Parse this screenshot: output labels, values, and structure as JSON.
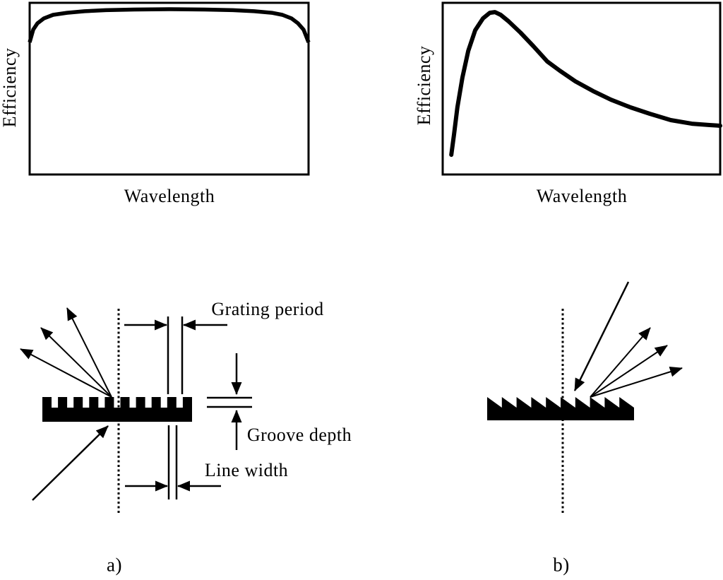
{
  "palette": {
    "ink": "#000000",
    "paper": "#ffffff"
  },
  "chart_data": [
    {
      "type": "line",
      "title": "",
      "xlabel": "Wavelength",
      "ylabel": "Efficiency",
      "axis_ticks": "none (qualitative sketch)",
      "grid": false,
      "legend": "none",
      "description": "broad flat efficiency plateau across wavelength, rolling off only at both edges",
      "x_norm": [
        0,
        0.013,
        0.028,
        0.051,
        0.084,
        0.134,
        0.197,
        0.273,
        0.375,
        0.501,
        0.628,
        0.729,
        0.805,
        0.868,
        0.906,
        0.939,
        0.962,
        0.982,
        1
      ],
      "y_norm": [
        0.77,
        0.844,
        0.881,
        0.909,
        0.93,
        0.942,
        0.951,
        0.957,
        0.961,
        0.963,
        0.961,
        0.957,
        0.951,
        0.942,
        0.93,
        0.909,
        0.881,
        0.844,
        0.77
      ]
    },
    {
      "type": "line",
      "title": "",
      "xlabel": "Wavelength",
      "ylabel": "Efficiency",
      "axis_ticks": "none (qualitative sketch)",
      "grid": false,
      "legend": "none",
      "description": "sharp rise to a peak at short wavelength followed by a long decaying tail",
      "x_norm": [
        0.031,
        0.041,
        0.053,
        0.071,
        0.092,
        0.117,
        0.145,
        0.17,
        0.188,
        0.209,
        0.237,
        0.28,
        0.326,
        0.377,
        0.422,
        0.478,
        0.542,
        0.606,
        0.677,
        0.746,
        0.822,
        0.898,
        0.962,
        1
      ],
      "y_norm": [
        0.115,
        0.235,
        0.391,
        0.564,
        0.72,
        0.84,
        0.909,
        0.942,
        0.946,
        0.93,
        0.893,
        0.827,
        0.749,
        0.658,
        0.605,
        0.543,
        0.486,
        0.436,
        0.391,
        0.354,
        0.317,
        0.296,
        0.288,
        0.284
      ]
    }
  ],
  "diagram_a": {
    "caption": "a)",
    "grating_period_label": "Grating period",
    "groove_depth_label": "Groove depth",
    "line_width_label": "Line width"
  },
  "diagram_b": {
    "caption": "b)"
  }
}
